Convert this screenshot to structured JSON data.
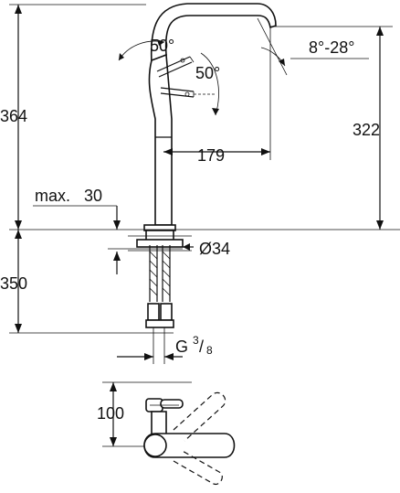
{
  "dimensions": {
    "total_height": "364",
    "spout_height": "322",
    "spout_reach": "179",
    "lever_angle_top": "50°",
    "lever_angle_side": "50°",
    "swivel_range": "8°-28°",
    "max_thickness_prefix": "max.",
    "max_thickness_value": "30",
    "hole_diameter": "Ø34",
    "hose_length": "350",
    "connection_prefix": "G",
    "connection_num": "3",
    "connection_den": "8",
    "plan_offset": "100"
  }
}
